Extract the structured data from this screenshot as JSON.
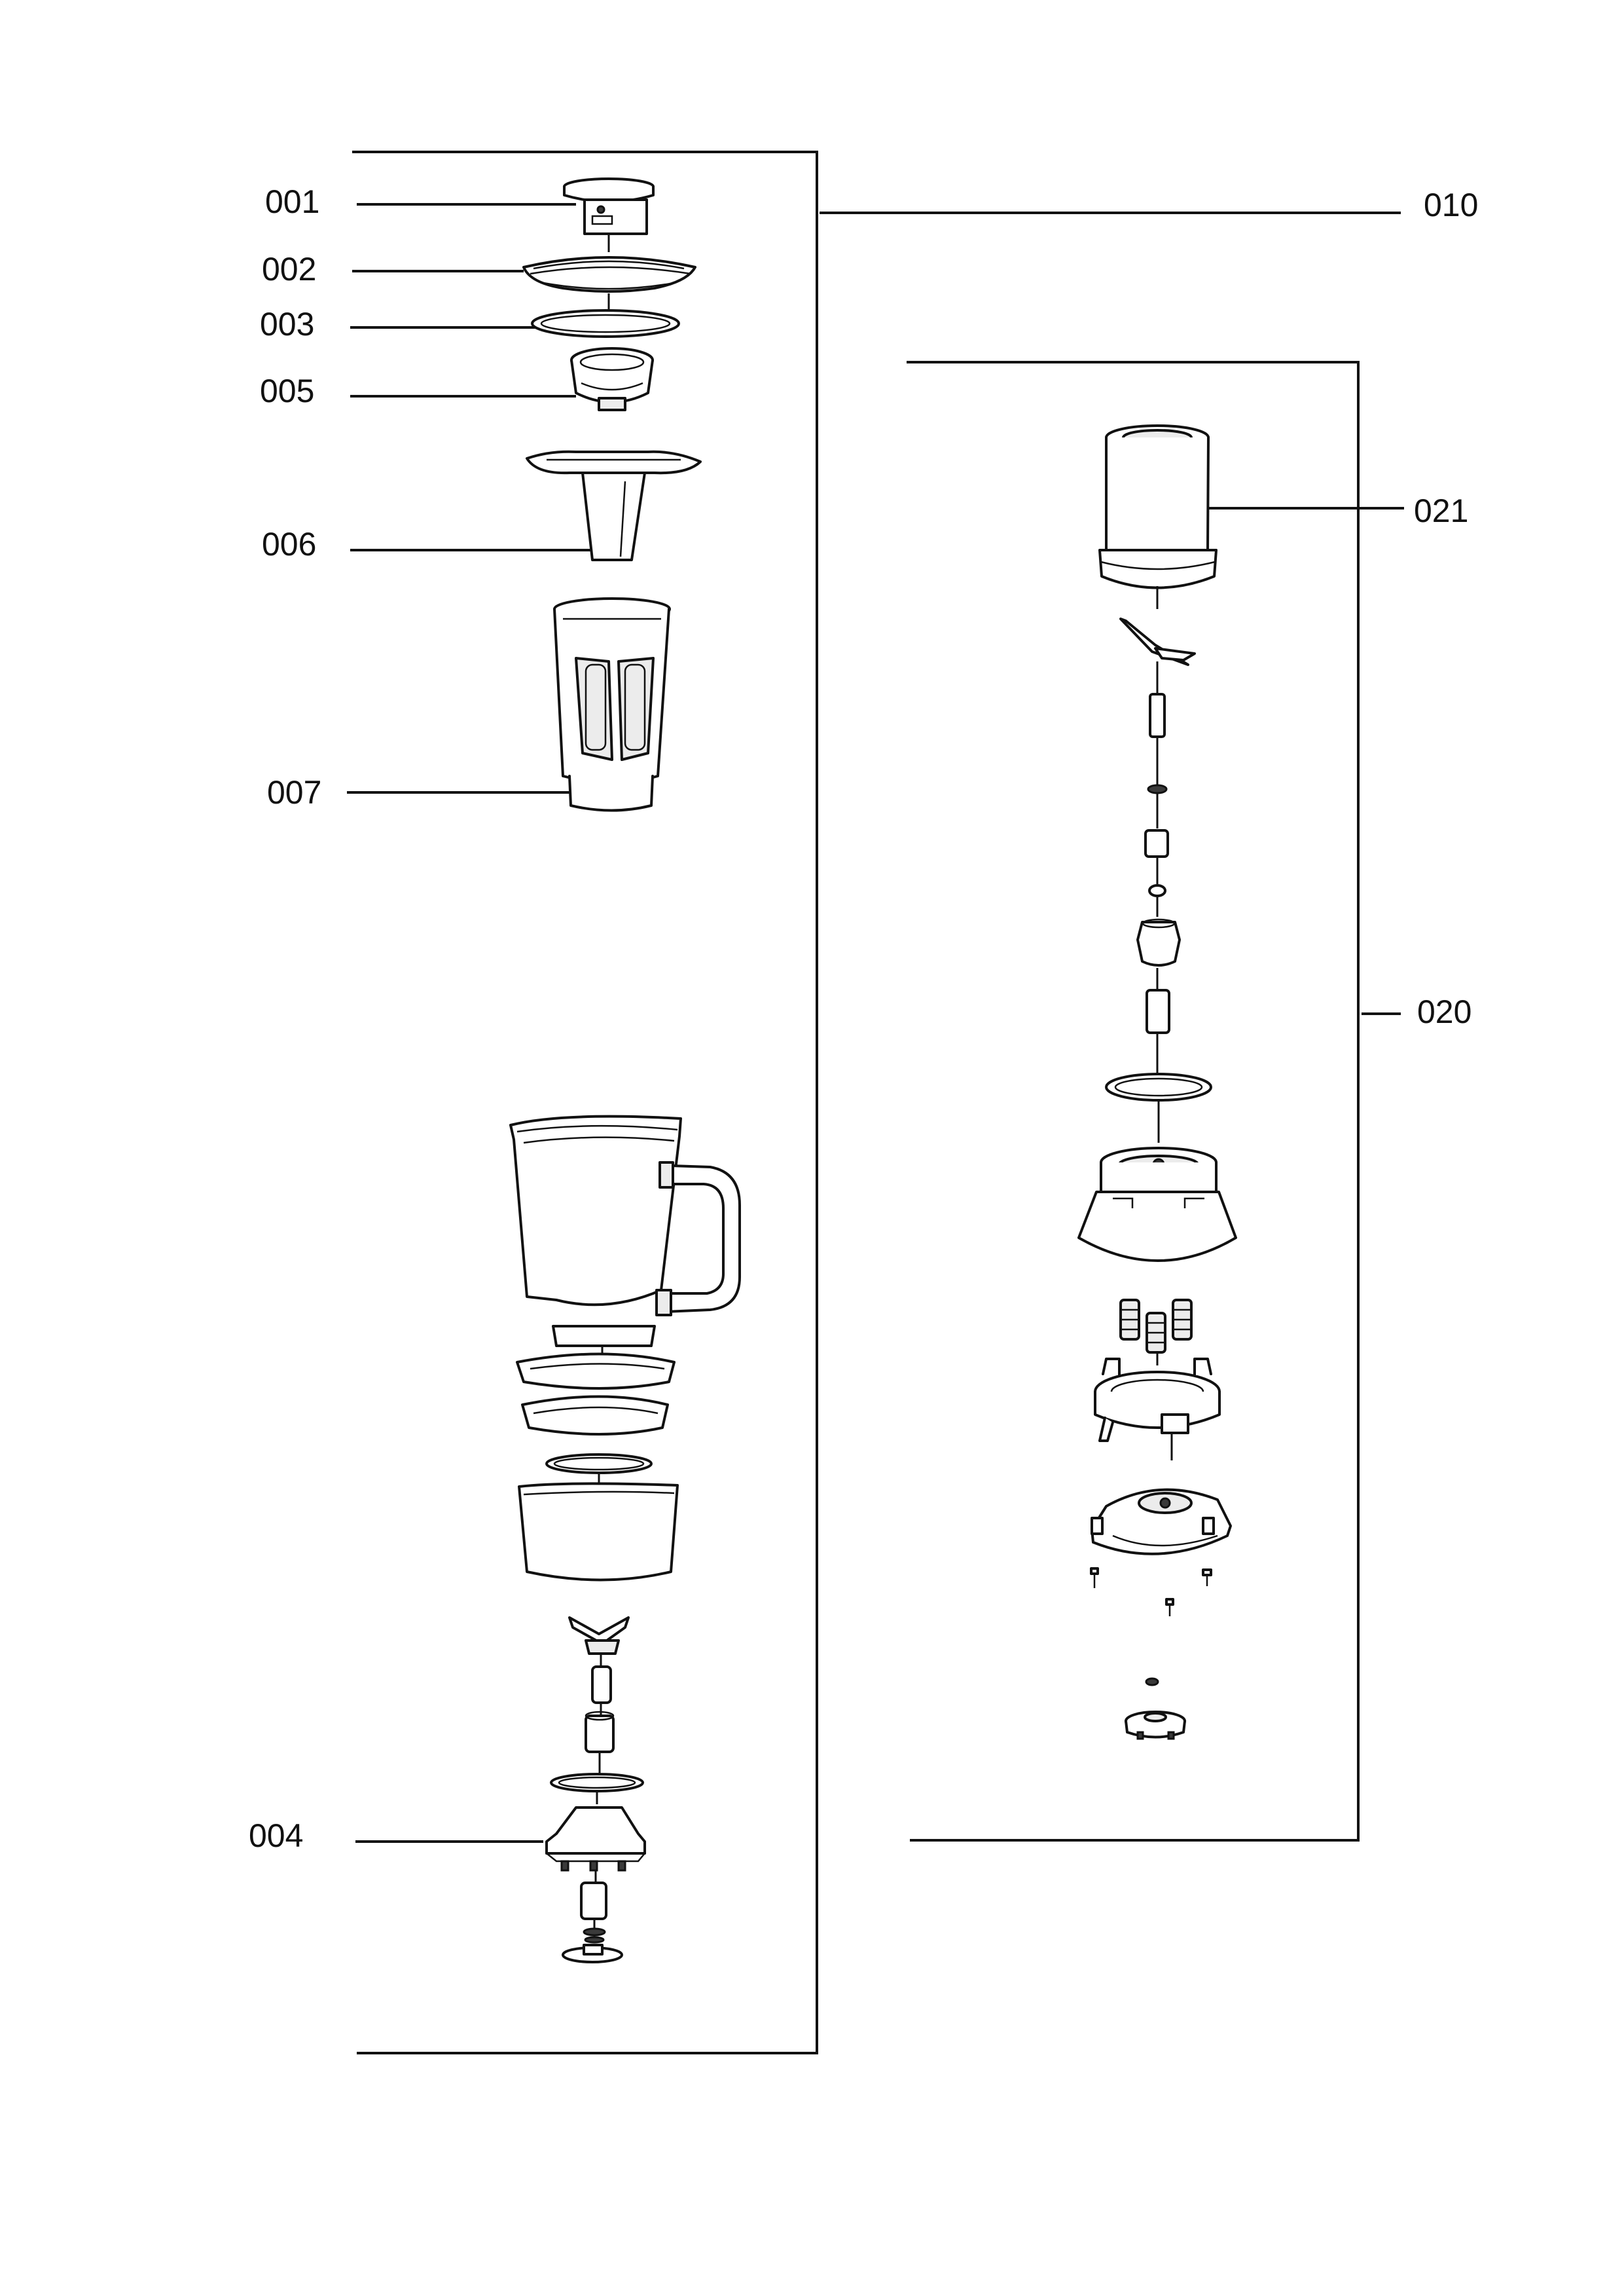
{
  "callouts": {
    "c001": "001",
    "c002": "002",
    "c003": "003",
    "c005": "005",
    "c006": "006",
    "c007": "007",
    "c004": "004",
    "c010": "010",
    "c021": "021",
    "c020": "020"
  },
  "colors": {
    "line": "#111111",
    "background": "#ffffff",
    "fill_light": "#ececec"
  }
}
